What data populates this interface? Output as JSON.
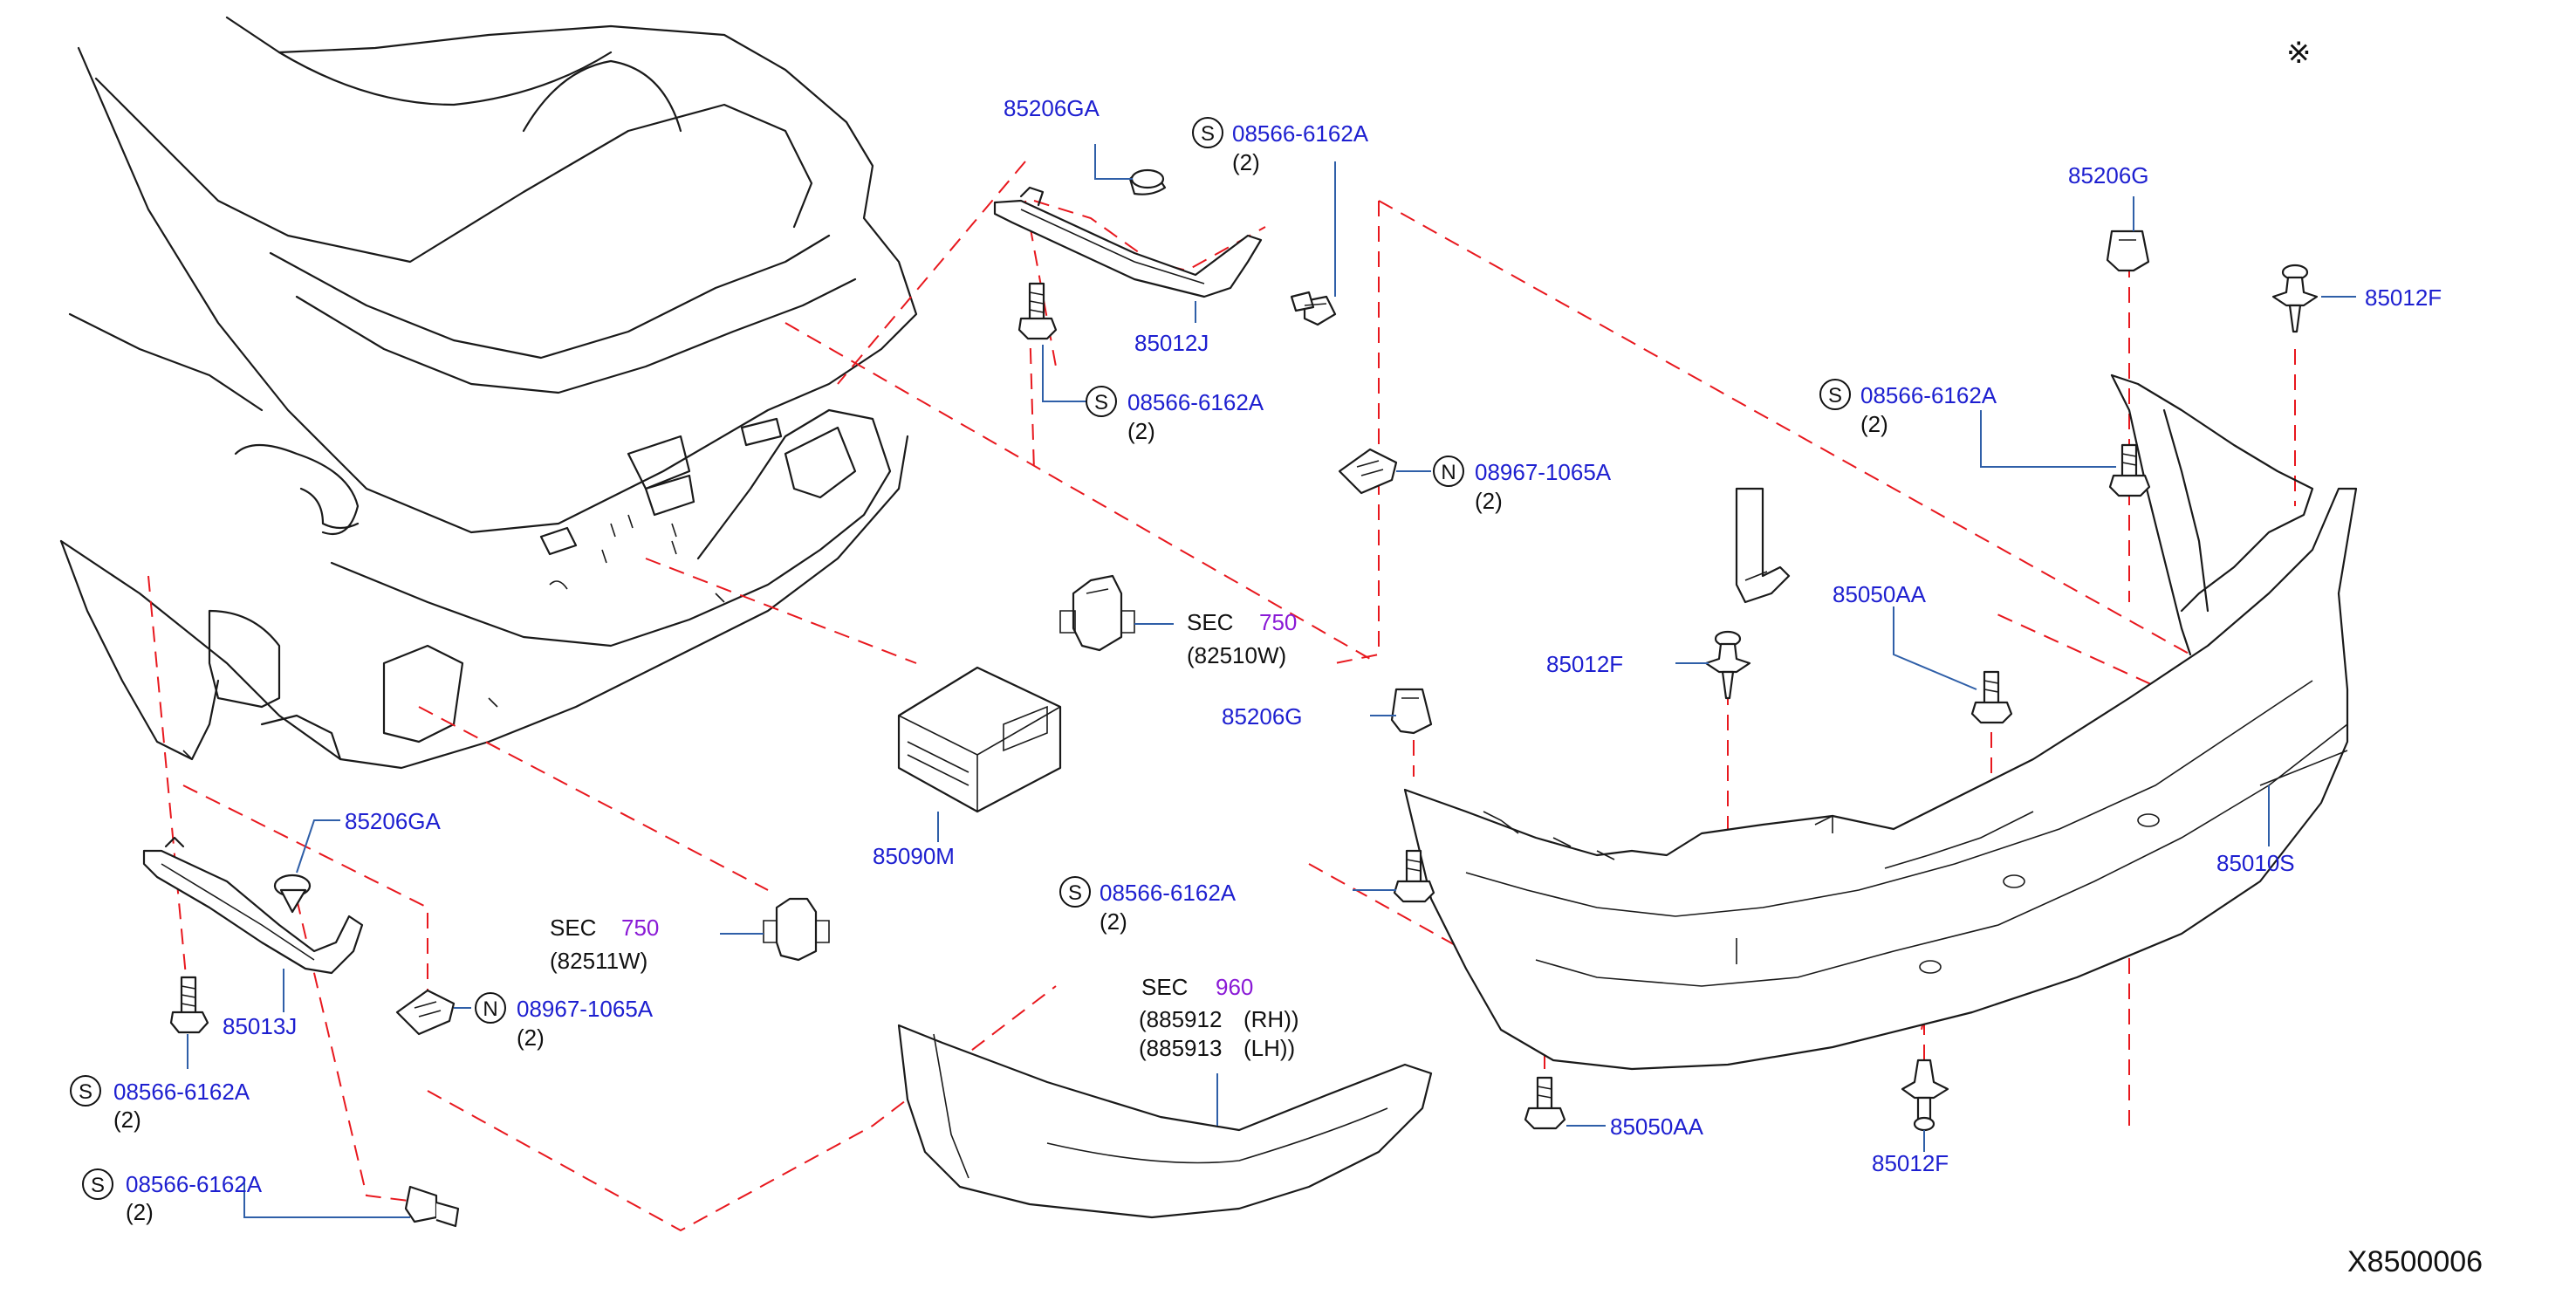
{
  "corner_mark": "※",
  "diagram_id": "X8500006",
  "labels": {
    "p85206GA_top": "85206GA",
    "p85012J": "85012J",
    "p85090M": "85090M",
    "p85206G_right": "85206G",
    "p85012F_top": "85012F",
    "p85050AA_mid": "85050AA",
    "p85012F_mid": "85012F",
    "p85206G_mid": "85206G",
    "p85010S": "85010S",
    "p85050AA_bot": "85050AA",
    "p85012F_bot": "85012F",
    "p85206GA_left": "85206GA",
    "p85013J": "85013J"
  },
  "screws": [
    {
      "prefix": "S",
      "code": "08566-6162A",
      "qty": "(2)"
    },
    {
      "prefix": "S",
      "code": "08566-6162A",
      "qty": "(2)"
    },
    {
      "prefix": "S",
      "code": "08566-6162A",
      "qty": "(2)"
    },
    {
      "prefix": "S",
      "code": "08566-6162A",
      "qty": "(2)"
    },
    {
      "prefix": "S",
      "code": "08566-6162A",
      "qty": "(2)"
    },
    {
      "prefix": "S",
      "code": "08566-6162A",
      "qty": "(2)"
    }
  ],
  "nuts": [
    {
      "prefix": "N",
      "code": "08967-1065A",
      "qty": "(2)"
    },
    {
      "prefix": "N",
      "code": "08967-1065A",
      "qty": "(2)"
    }
  ],
  "sections": [
    {
      "sec": "SEC",
      "num": "750",
      "ref": "(82510W)"
    },
    {
      "sec": "SEC",
      "num": "750",
      "ref": "(82511W)"
    },
    {
      "sec": "SEC",
      "num": "960",
      "ref_rh": "(885912",
      "rh": "(RH))",
      "ref_lh": "(885913",
      "lh": "(LH))"
    }
  ],
  "colors": {
    "part_number": "#1d1fd0",
    "section_number": "#8a1ad6",
    "dash_line": "#e8181e",
    "leader": "#2f5fa8"
  }
}
